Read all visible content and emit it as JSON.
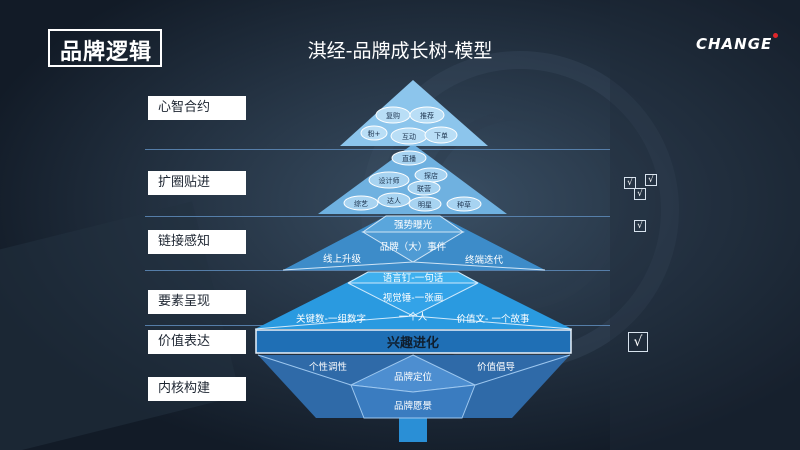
{
  "header": {
    "badge": "品牌逻辑",
    "title": "淇经-品牌成长树-模型",
    "brand": "CHANGE"
  },
  "levels": [
    {
      "label": "心智合约"
    },
    {
      "label": "扩圈贴进"
    },
    {
      "label": "链接感知"
    },
    {
      "label": "要素呈现"
    },
    {
      "label": "价值表达"
    },
    {
      "label": "内核构建"
    }
  ],
  "tree": {
    "top_bubbles": [
      "复购",
      "推荐",
      "粉+",
      "互动",
      "下单"
    ],
    "second_bubbles": [
      "直播",
      "设计师",
      "探店",
      "联营",
      "达人",
      "综艺",
      "明星",
      "种草"
    ],
    "tier3": {
      "top": "强势曝光",
      "center": "品牌（大）事件",
      "left": "线上升级",
      "right": "终端迭代"
    },
    "tier4": {
      "top": "语言钉-一句话",
      "center": "视觉锤-一张画",
      "middle": "一个人",
      "left": "关键数-一组数字",
      "right": "价值文- 一个故事"
    },
    "band": "兴趣进化",
    "base": {
      "left": "个性调性",
      "center": "品牌定位",
      "right": "价值倡导",
      "bottom": "品牌愿景"
    }
  },
  "checks": [
    "√",
    "√",
    "√",
    "√",
    "√"
  ],
  "colors": {
    "background": "#15202e",
    "band": "#1f6fb5",
    "trunk": "#2a8fd6"
  }
}
